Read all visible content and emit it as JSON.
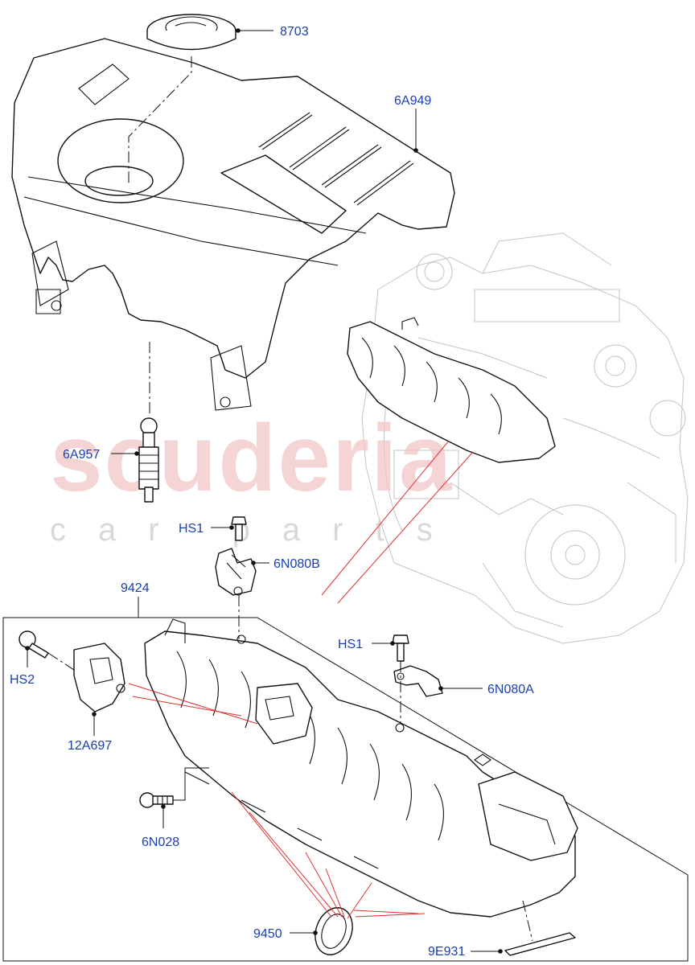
{
  "watermark": {
    "brand": "scuderia",
    "sub": "car parts"
  },
  "callouts": [
    {
      "id": "8703",
      "label": "8703",
      "name": "callout-8703"
    },
    {
      "id": "6A949",
      "label": "6A949",
      "name": "callout-6a949"
    },
    {
      "id": "6A957",
      "label": "6A957",
      "name": "callout-6a957"
    },
    {
      "id": "HS1a",
      "label": "HS1",
      "name": "callout-hs1-upper"
    },
    {
      "id": "6N080B",
      "label": "6N080B",
      "name": "callout-6n080b"
    },
    {
      "id": "9424",
      "label": "9424",
      "name": "callout-9424"
    },
    {
      "id": "HS1b",
      "label": "HS1",
      "name": "callout-hs1-lower"
    },
    {
      "id": "HS2",
      "label": "HS2",
      "name": "callout-hs2"
    },
    {
      "id": "6N080A",
      "label": "6N080A",
      "name": "callout-6n080a"
    },
    {
      "id": "12A697",
      "label": "12A697",
      "name": "callout-12a697"
    },
    {
      "id": "6N028",
      "label": "6N028",
      "name": "callout-6n028"
    },
    {
      "id": "9450",
      "label": "9450",
      "name": "callout-9450"
    },
    {
      "id": "9E931",
      "label": "9E931",
      "name": "callout-9e931"
    }
  ],
  "colors": {
    "label": "#1a3fb0",
    "line": "#111111",
    "highlight": "#e03030",
    "ghost_engine": "#c4c4c4",
    "watermark": "#f2c6c8"
  }
}
